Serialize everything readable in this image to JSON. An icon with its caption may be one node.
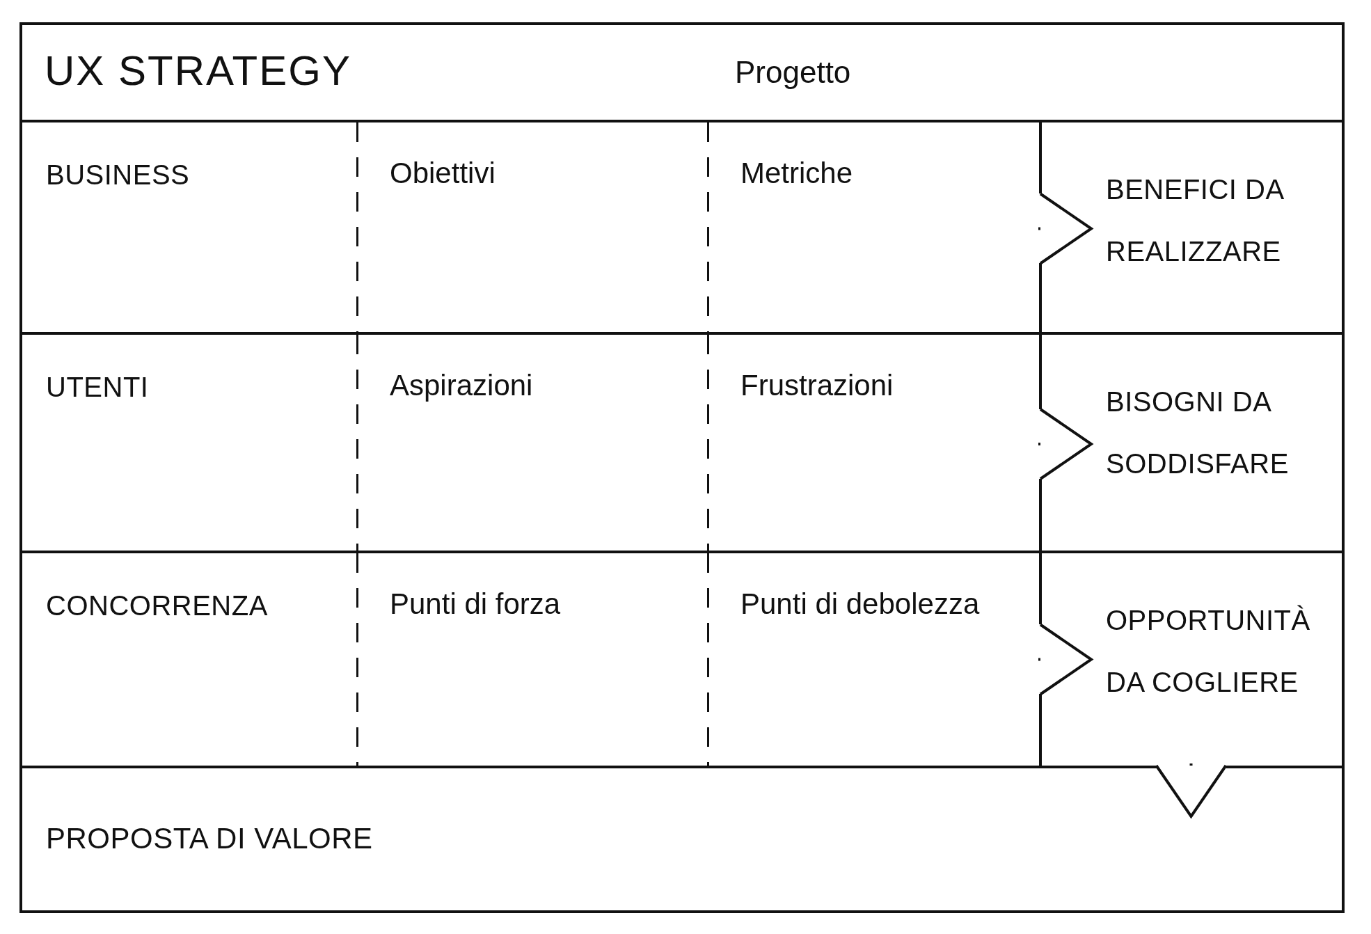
{
  "diagram": {
    "title": "UX STRATEGY",
    "nodes": [
      {
        "text": [
          "Progetto"
        ]
      },
      {
        "text": [
          "BUSINESS"
        ]
      },
      {
        "text": [
          "Obiettivi"
        ]
      },
      {
        "text": [
          "Metriche"
        ]
      },
      {
        "text": [
          "BENEFICI DA REALIZZARE"
        ]
      },
      {
        "text": [
          "UTENTI"
        ]
      },
      {
        "text": [
          "Aspirazioni"
        ]
      },
      {
        "text": [
          "Frustrazioni"
        ]
      },
      {
        "text": [
          "BISOGNI DA SODDISFARE"
        ]
      },
      {
        "text": [
          "CONCORRENZA"
        ]
      },
      {
        "text": [
          "Punti di forza"
        ]
      },
      {
        "text": [
          "Punti di debolezza"
        ]
      },
      {
        "text": [
          "OPPORTUNITÀ DA COGLIERE"
        ]
      },
      {
        "text": [
          "PROPOSTA DI VALORE"
        ]
      }
    ],
    "edges": [
      {
        "from": 3,
        "to": 4,
        "arrow": "to"
      },
      {
        "from": 7,
        "to": 8,
        "arrow": "to"
      },
      {
        "from": 11,
        "to": 12,
        "arrow": "to"
      },
      {
        "from": 12,
        "to": 13,
        "arrow": "to"
      }
    ]
  }
}
